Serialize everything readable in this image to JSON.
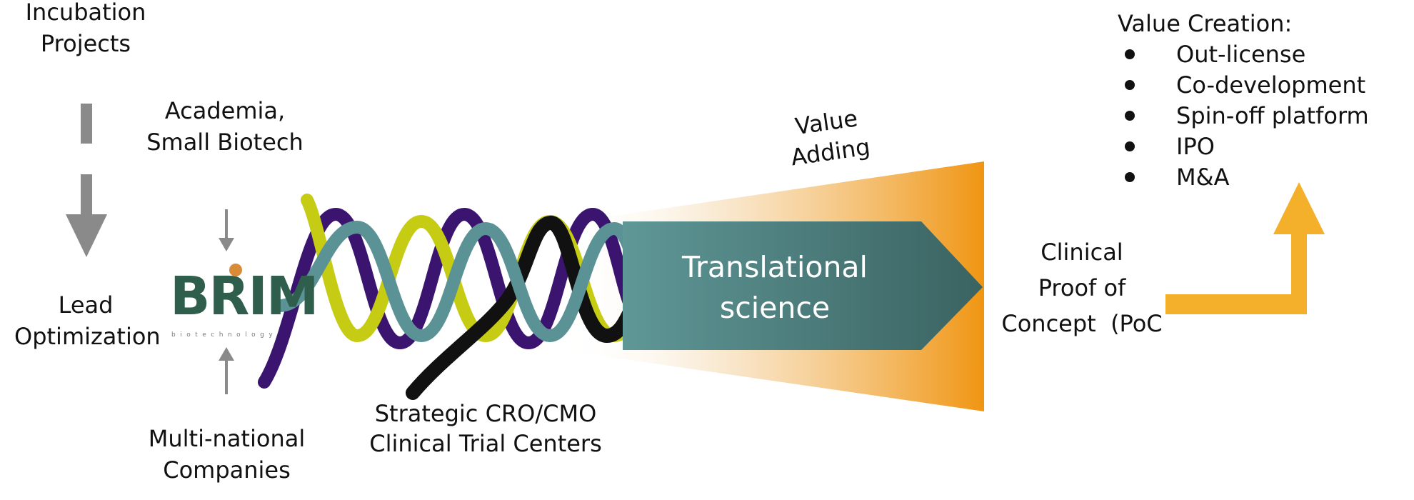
{
  "left_column": {
    "top_lines": [
      "Incubation",
      "Projects"
    ],
    "bottom_lines": [
      "Lead",
      "Optimization"
    ]
  },
  "inputs": {
    "top_lines": [
      "Academia,",
      "Small Biotech"
    ],
    "bottom_lines": [
      "Multi-national",
      "Companies"
    ]
  },
  "partners": {
    "lines": [
      "Strategic CRO/CMO",
      "Clinical Trial Centers"
    ]
  },
  "value_adding": {
    "lines": [
      "Value",
      "Adding"
    ]
  },
  "center": {
    "lines": [
      "Translational",
      "science"
    ]
  },
  "outcome": {
    "lines": [
      "Clinical",
      "Proof of",
      "Concept  (PoC"
    ]
  },
  "value_creation": {
    "heading": "Value Creation:",
    "items": [
      "Out-license",
      "Co-development",
      "Spin-off platform",
      "IPO",
      "M&A"
    ]
  },
  "logo": {
    "text": "BRIM",
    "subtitle": "biotechnology"
  },
  "colors": {
    "teal_arrow": "#3f6d6c",
    "teal_strand": "#5a9296",
    "lime_strand": "#c6cc14",
    "purple_strand": "#3b1470",
    "black_strand": "#111111",
    "orange_funnel": "#f09512",
    "orange_arrow": "#f7b134",
    "gray_arrow": "#8a8a8a",
    "logo_green": "#2f5e4d",
    "logo_dot": "#d98b39"
  }
}
